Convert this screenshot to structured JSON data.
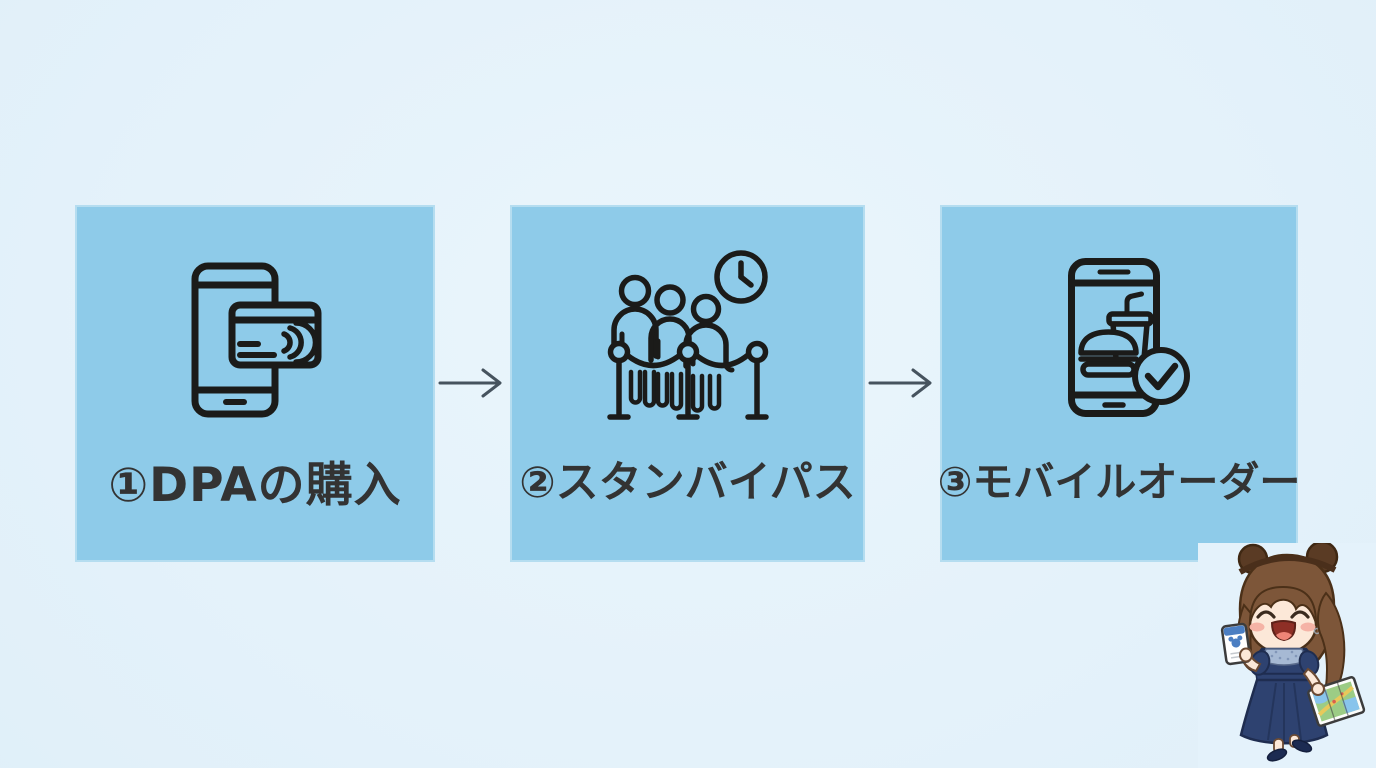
{
  "diagram": {
    "steps": [
      {
        "label": "①DPAの購入",
        "icon": "smartphone-contactless-payment-icon"
      },
      {
        "label": "②スタンバイパス",
        "icon": "queue-people-clock-icon"
      },
      {
        "label": "③モバイルオーダー",
        "icon": "mobile-food-order-check-icon"
      }
    ],
    "colors": {
      "page_background": "#e1f0f9",
      "box_fill": "#8ecbe9",
      "label_text": "#333333",
      "icon_stroke": "#1b1b19",
      "arrow": "#46535e"
    }
  },
  "mascot": {
    "name": "chibi-girl-mouse-ears-mascot",
    "holding": [
      "park-ticket-phone",
      "park-map"
    ],
    "colors": {
      "hair": "#7d5639",
      "ears": "#5a3b24",
      "skin": "#fce8d8",
      "blush": "#f5b3a6",
      "dress": "#2e4270",
      "collar": "#a6b9d4",
      "shoes": "#1c2b52",
      "ticket_accent": "#4b7ec2",
      "map_green": "#9ccc85",
      "map_blue": "#88c4ec",
      "map_road": "#e7c95b"
    }
  }
}
